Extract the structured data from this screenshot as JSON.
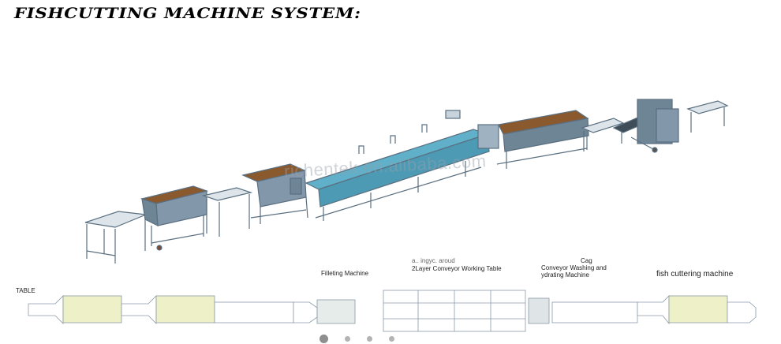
{
  "title": "FISHCUTTING MACHINE SYSTEM:",
  "watermark": "richentek.en.alibaba.com",
  "labels": {
    "table": "TABLE",
    "filleting": "Filleting Machine",
    "conveyor_table_top": "a.. ingyc. aroud",
    "conveyor_table": "2Layer Conveyor Working Table",
    "washing_top": "Caɡ",
    "washing_1": "Conveyor Washing and",
    "washing_2": "ydrating Machine",
    "cutting": "fish cuttering machine"
  },
  "carousel": {
    "total": 4,
    "active_index": 0
  },
  "colors": {
    "frame": "#6e8596",
    "conveyor_blue": "#5fb0c8",
    "belt_brown": "#8a5a2e",
    "machine_body": "#7f95a8",
    "table_top": "#d9e2e8",
    "plan_yellow": "#e9ecb0"
  }
}
